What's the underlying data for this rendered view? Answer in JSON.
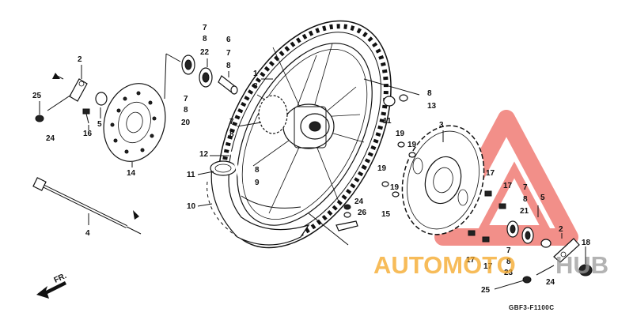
{
  "diagram": {
    "code": "GBF3-F1100C",
    "direction_label": "FR.",
    "labels": {
      "l2a": "2",
      "l25a": "25",
      "l24a": "24",
      "l5a": "5",
      "l16": "16",
      "l14": "14",
      "l7a": "7",
      "l8a": "8",
      "l22": "22",
      "l7b": "7",
      "l8b": "8",
      "l20": "20",
      "l6": "6",
      "l7c": "7",
      "l8c": "8",
      "l1": "1",
      "l8d": "8",
      "l7d": "7",
      "l8e": "8",
      "l8f": "8",
      "l13": "13",
      "l11a": "11",
      "l12": "12",
      "l11b": "11",
      "l10": "10",
      "l8g": "8",
      "l9": "9",
      "l4": "4",
      "l24b": "24",
      "l26": "26",
      "l15": "15",
      "l3": "3",
      "l19a": "19",
      "l19b": "19",
      "l19c": "19",
      "l19d": "19",
      "l17a": "17",
      "l17b": "17",
      "l7e": "7",
      "l8h": "8",
      "l21": "21",
      "l5b": "5",
      "l2b": "2",
      "l18": "18",
      "l17c": "17",
      "l17d": "17",
      "l7f": "7",
      "l8i": "8",
      "l23": "23",
      "l24c": "24",
      "l25b": "25"
    }
  },
  "watermark": {
    "part1": "AUTOMOTO",
    "part2": "HUB",
    "color_orange": "#f5a623",
    "color_gray": "#9a9a9a",
    "color_red": "#e8352a"
  }
}
